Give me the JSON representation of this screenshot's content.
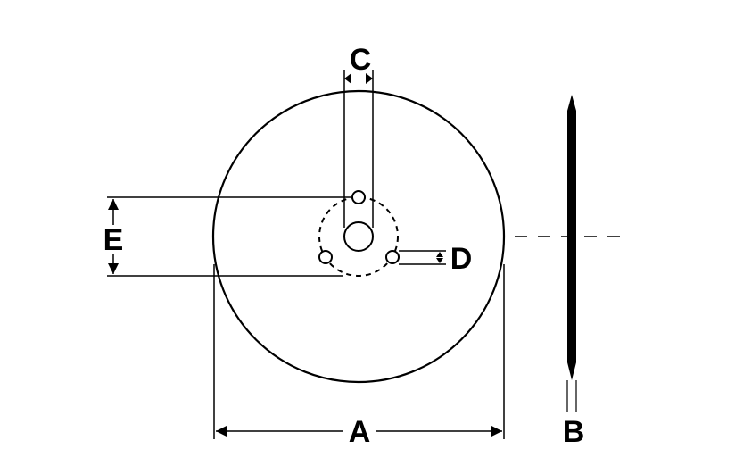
{
  "diagram": {
    "labels": {
      "a": "A",
      "b": "B",
      "c": "C",
      "d": "D",
      "e": "E"
    },
    "colors": {
      "stroke": "#000000",
      "background": "#ffffff"
    }
  }
}
